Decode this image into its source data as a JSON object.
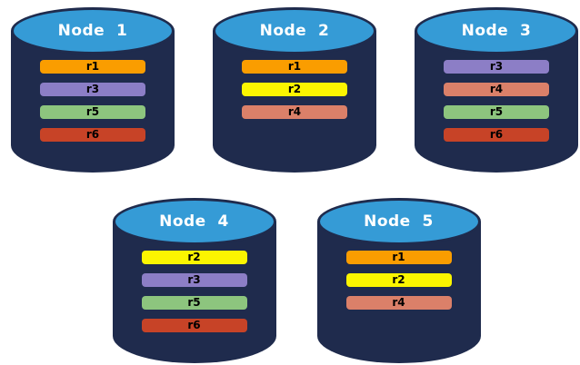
{
  "colors": {
    "background": "#FFFFFF",
    "cylinder_body": "#1F2B4D",
    "cylinder_top": "#359BD6",
    "node_label_text": "#FFFFFF",
    "replica_label_text": "#000000"
  },
  "replica_colors": {
    "r1": "#FA9D00",
    "r2": "#FBF500",
    "r3": "#8C7EC6",
    "r4": "#DB8069",
    "r5": "#8DC57E",
    "r6": "#C74327"
  },
  "nodes": [
    {
      "label": "Node  1",
      "replicas": [
        "r1",
        "r3",
        "r5",
        "r6"
      ]
    },
    {
      "label": "Node  2",
      "replicas": [
        "r1",
        "r2",
        "r4"
      ]
    },
    {
      "label": "Node  3",
      "replicas": [
        "r3",
        "r4",
        "r5",
        "r6"
      ]
    },
    {
      "label": "Node  4",
      "replicas": [
        "r2",
        "r3",
        "r5",
        "r6"
      ]
    },
    {
      "label": "Node  5",
      "replicas": [
        "r1",
        "r2",
        "r4"
      ]
    }
  ],
  "rows": [
    [
      0,
      1,
      2
    ],
    [
      3,
      4
    ]
  ]
}
